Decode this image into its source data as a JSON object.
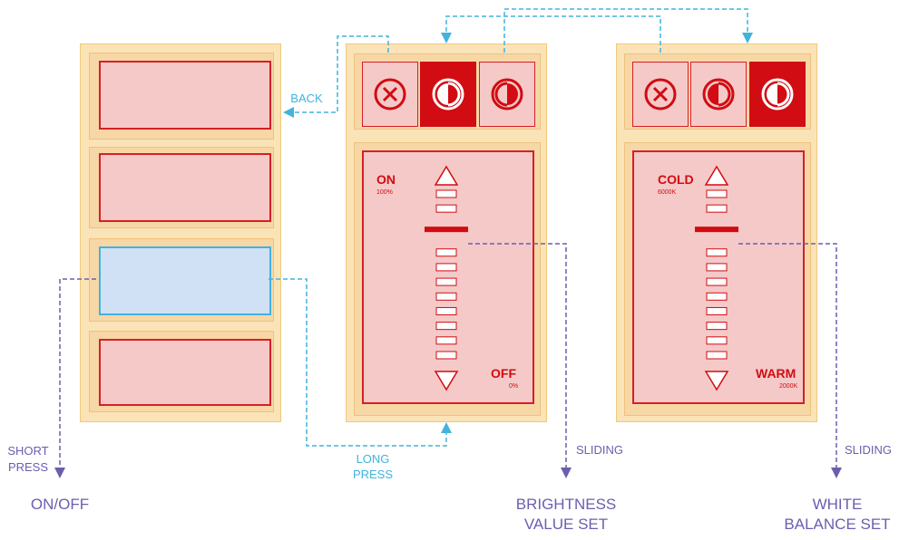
{
  "colors": {
    "accent_red": "#d10c12",
    "panel": "#fbe3b8",
    "pink": "#f5c9c8",
    "blue": "#41b3dd",
    "purple": "#6a5fae",
    "selected_blue": "#d1e1f5"
  },
  "labels": {
    "back": "BACK",
    "long_press_1": "LONG",
    "long_press_2": "PRESS",
    "short_press_1": "SHORT",
    "short_press_2": "PRESS",
    "sliding_1": "SLIDING",
    "sliding_2": "SLIDING"
  },
  "titles": {
    "onoff": "ON/OFF",
    "brightness_1": "BRIGHTNESS",
    "brightness_2": "VALUE SET",
    "white_1": "WHITE",
    "white_2": "BALANCE SET"
  },
  "brightness_panel": {
    "top_label": "ON",
    "top_value": "100%",
    "bottom_label": "OFF",
    "bottom_value": "0%",
    "level": 0.78
  },
  "white_panel": {
    "top_label": "COLD",
    "top_value": "6000K",
    "bottom_label": "WARM",
    "bottom_value": "2000K",
    "level": 0.78
  },
  "icons": [
    "close-circle-icon",
    "contrast-icon",
    "half-circle-icon"
  ]
}
